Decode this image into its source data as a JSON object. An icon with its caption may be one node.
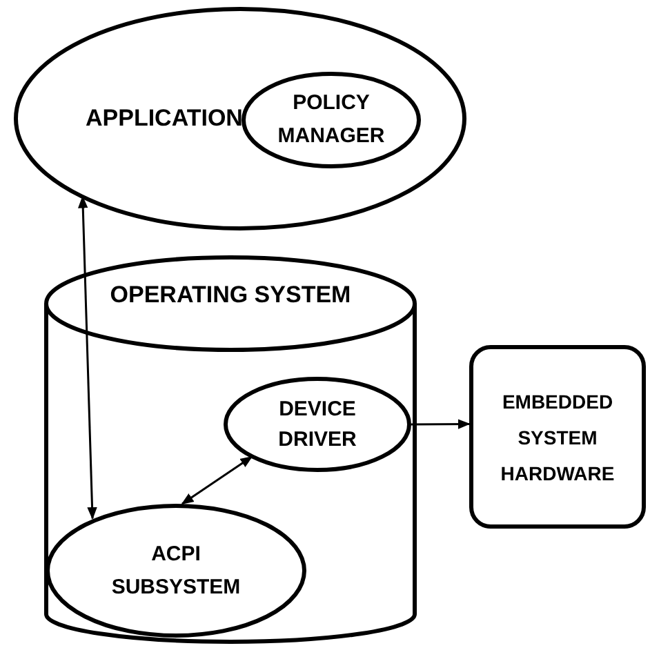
{
  "diagram": {
    "nodes": [
      {
        "text": [
          "APPLICATION"
        ]
      },
      {
        "text": [
          "POLICY MANAGER"
        ],
        "in": 0
      },
      {
        "text": [
          "OPERATING SYSTEM"
        ]
      },
      {
        "text": [
          "DEVICE DRIVER"
        ],
        "in": 2
      },
      {
        "text": [
          "ACPI SUBSYSTEM"
        ],
        "in": 2
      },
      {
        "text": [
          "EMBEDDED SYSTEM HARDWARE"
        ]
      }
    ],
    "edges": [
      {
        "from": 0,
        "to": 4,
        "arrow": "both"
      },
      {
        "from": 3,
        "to": 4,
        "arrow": "both"
      },
      {
        "from": 3,
        "to": 5,
        "arrow": "to"
      }
    ]
  }
}
